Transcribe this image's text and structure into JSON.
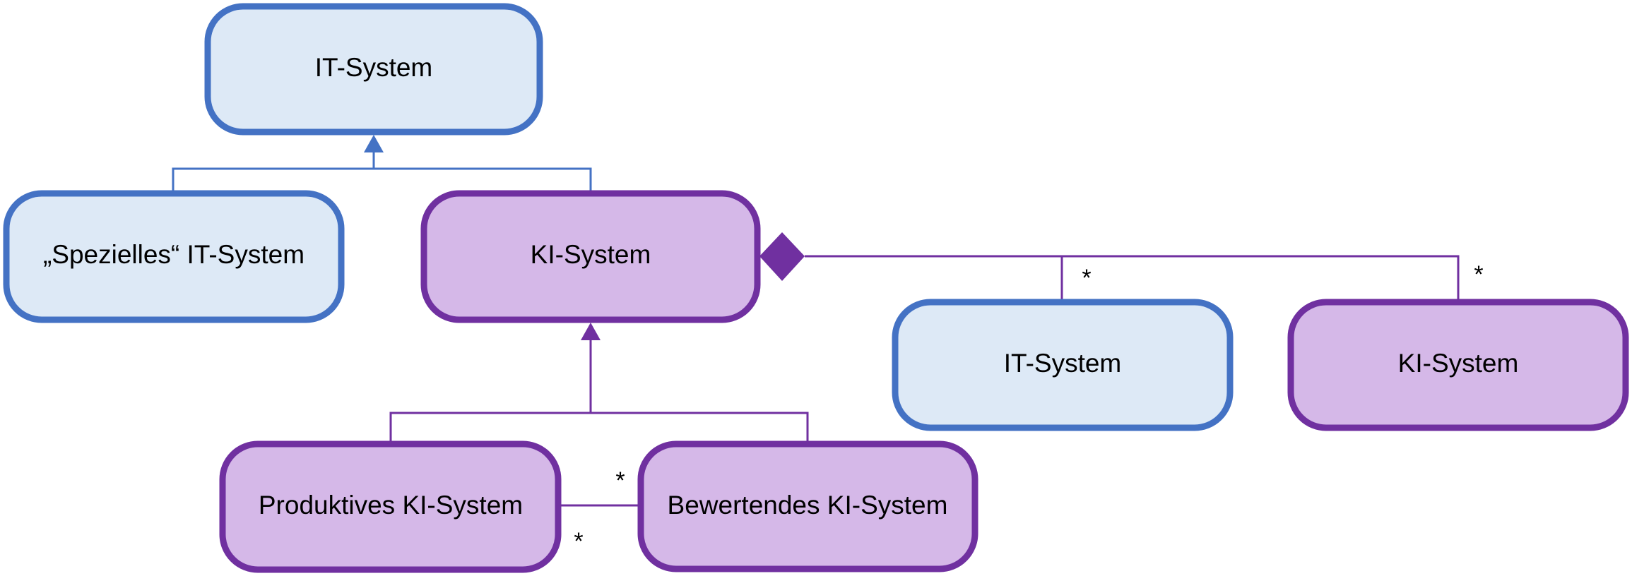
{
  "colors": {
    "it_border": "#4472C4",
    "it_fill": "#DDE9F6",
    "ki_border": "#7030A0",
    "ki_fill": "#D5B8E8"
  },
  "nodes": {
    "it_system_top": {
      "label": "IT-System",
      "kind": "it"
    },
    "spezielles_it_system": {
      "label": "„Spezielles“ IT-System",
      "kind": "it"
    },
    "ki_system": {
      "label": "KI-System",
      "kind": "ki"
    },
    "it_system_part": {
      "label": "IT-System",
      "kind": "it"
    },
    "ki_system_part": {
      "label": "KI-System",
      "kind": "ki"
    },
    "produktives_ki_system": {
      "label": "Produktives KI-System",
      "kind": "ki"
    },
    "bewertendes_ki_system": {
      "label": "Bewertendes KI-System",
      "kind": "ki"
    }
  },
  "relations": {
    "generalization_it": {
      "type": "generalization",
      "parent": "IT-System",
      "children": [
        "„Spezielles“ IT-System",
        "KI-System"
      ]
    },
    "composition_ki": {
      "type": "composition",
      "whole": "KI-System",
      "parts": [
        "IT-System",
        "KI-System"
      ],
      "multiplicities": [
        "*",
        "*"
      ]
    },
    "generalization_ki": {
      "type": "generalization",
      "parent": "KI-System",
      "children": [
        "Produktives KI-System",
        "Bewertendes KI-System"
      ]
    },
    "association": {
      "type": "association",
      "ends": [
        "Produktives KI-System",
        "Bewertendes KI-System"
      ],
      "multiplicities": [
        "*",
        "*"
      ]
    }
  },
  "multiplicity_labels": {
    "comp_it": "*",
    "comp_ki": "*",
    "assoc_bewertendes": "*",
    "assoc_produktives": "*"
  }
}
